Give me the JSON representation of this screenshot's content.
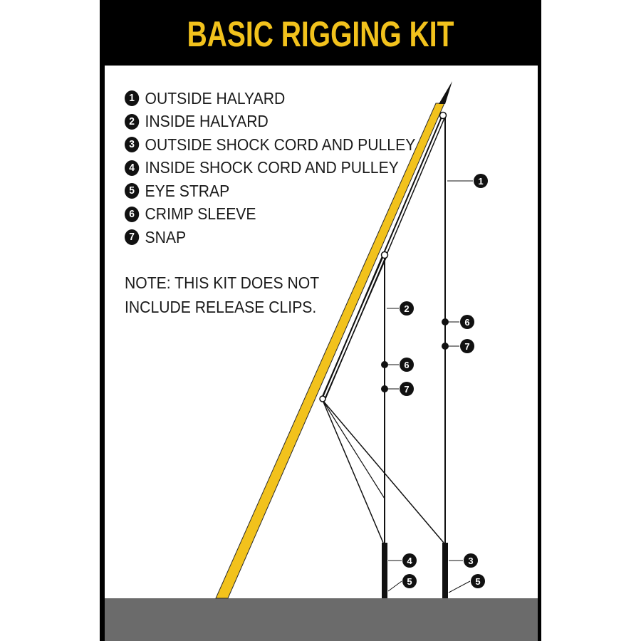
{
  "title": "BASIC RIGGING KIT",
  "legend": [
    {
      "num": "1",
      "label": "OUTSIDE HALYARD"
    },
    {
      "num": "2",
      "label": "INSIDE HALYARD"
    },
    {
      "num": "3",
      "label": "OUTSIDE SHOCK CORD AND PULLEY"
    },
    {
      "num": "4",
      "label": "INSIDE SHOCK CORD AND PULLEY"
    },
    {
      "num": "5",
      "label": "EYE STRAP"
    },
    {
      "num": "6",
      "label": "CRIMP SLEEVE"
    },
    {
      "num": "7",
      "label": "SNAP"
    }
  ],
  "note": {
    "line1": "NOTE: THIS KIT DOES NOT",
    "line2": "INCLUDE RELEASE CLIPS."
  },
  "callouts": {
    "outside_halyard": "1",
    "inside_halyard": "2",
    "outside_shock_cord": "3",
    "inside_shock_cord": "4",
    "eye_strap_inside": "5",
    "eye_strap_outside": "5",
    "crimp_inside": "6",
    "snap_inside": "7",
    "crimp_outside": "6",
    "snap_outside": "7"
  },
  "colors": {
    "title": "#f2c21c",
    "pole": "#f2c21c",
    "frame": "#000000",
    "ground": "#6b6b6b"
  }
}
